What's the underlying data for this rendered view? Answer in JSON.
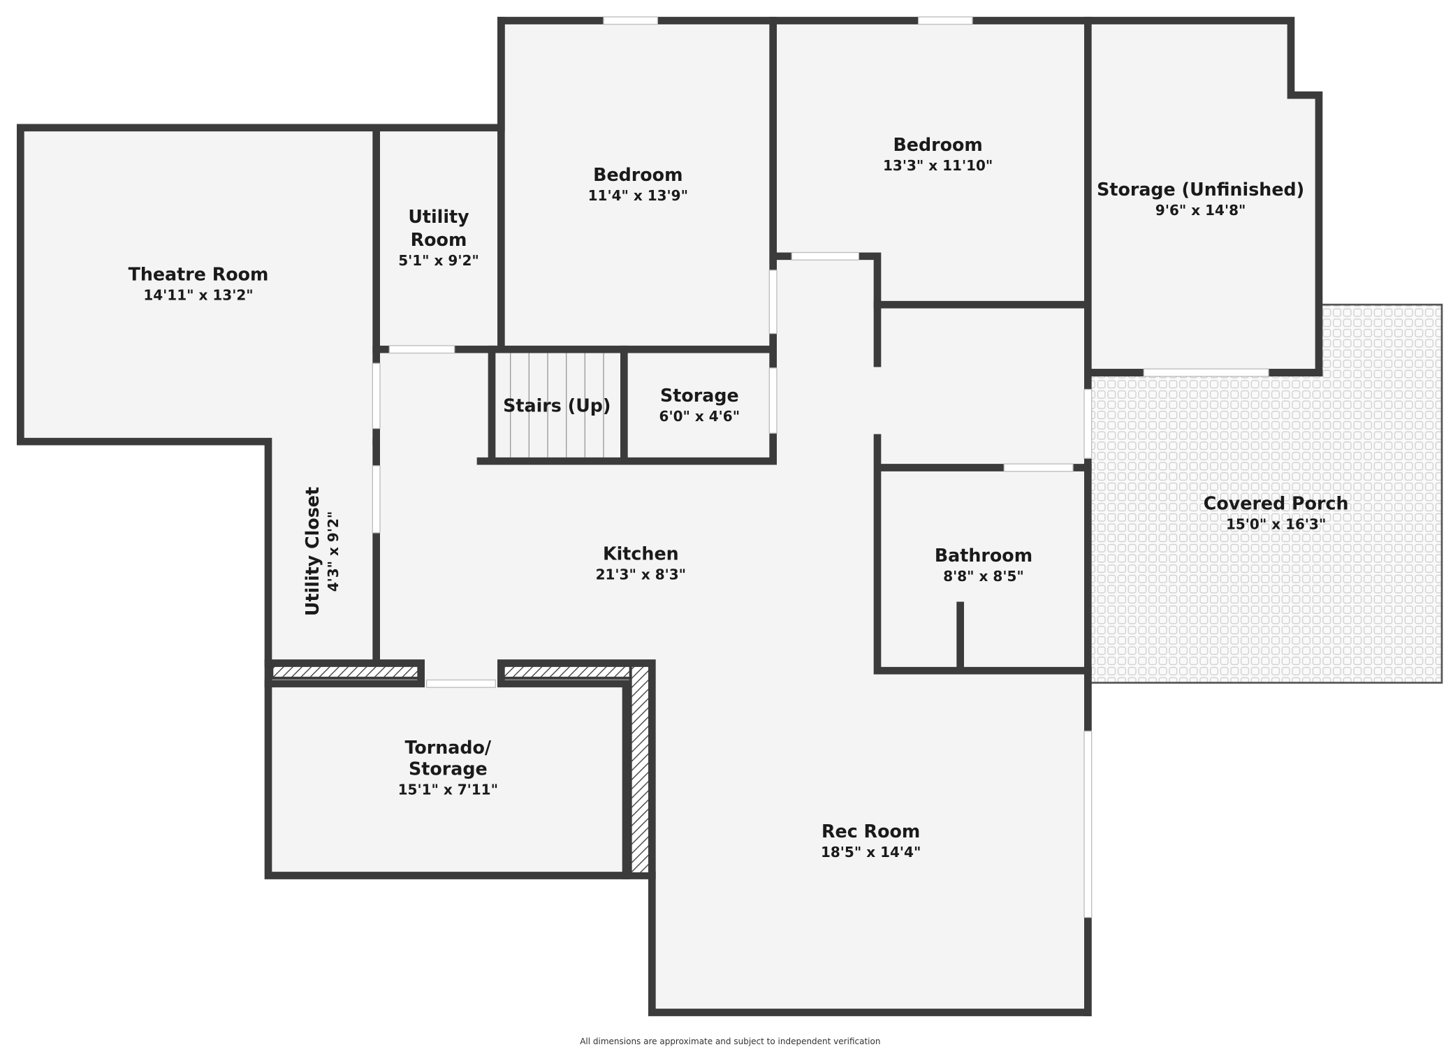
{
  "rooms": {
    "theatre": {
      "name": "Theatre Room",
      "dims": "14'11\" x 13'2\""
    },
    "utility_room": {
      "name_line1": "Utility",
      "name_line2": "Room",
      "dims": "5'1\" x 9'2\""
    },
    "bedroom1": {
      "name": "Bedroom",
      "dims": "11'4\" x 13'9\""
    },
    "bedroom2": {
      "name": "Bedroom",
      "dims": "13'3\" x 11'10\""
    },
    "storage_unfinished": {
      "name": "Storage (Unfinished)",
      "dims": "9'6\" x 14'8\""
    },
    "stairs": {
      "name": "Stairs (Up)"
    },
    "storage": {
      "name": "Storage",
      "dims": "6'0\" x 4'6\""
    },
    "covered_porch": {
      "name": "Covered Porch",
      "dims": "15'0\" x 16'3\""
    },
    "utility_closet": {
      "name": "Utility Closet",
      "dims": "4'3\" x 9'2\""
    },
    "kitchen": {
      "name": "Kitchen",
      "dims": "21'3\" x 8'3\""
    },
    "bathroom": {
      "name": "Bathroom",
      "dims": "8'8\" x 8'5\""
    },
    "tornado": {
      "name_line1": "Tornado/",
      "name_line2": "Storage",
      "dims": "15'1\" x 7'11\""
    },
    "rec_room": {
      "name": "Rec Room",
      "dims": "18'5\" x 14'4\""
    }
  },
  "footer": {
    "disclaimer": "All dimensions are approximate and subject to independent verification"
  },
  "colors": {
    "wall": "#3b3b3b",
    "floor": "#f4f4f4"
  }
}
